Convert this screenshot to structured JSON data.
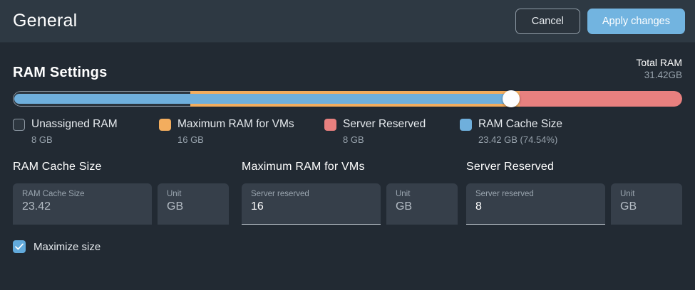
{
  "header": {
    "title": "General",
    "cancel_label": "Cancel",
    "apply_label": "Apply changes"
  },
  "ram_settings": {
    "section_title": "RAM Settings",
    "total_label": "Total RAM",
    "total_value": "31.42GB",
    "bar": {
      "unassigned_pct": 26.5,
      "vms_pct": 49.2,
      "reserved_pct": 24.3,
      "cache_pct": 74.54,
      "handle_pct": 74.4
    },
    "legend": [
      {
        "label": "Unassigned RAM",
        "value": "8 GB",
        "color": "#2d363f"
      },
      {
        "label": "Maximum RAM for VMs",
        "value": "16 GB",
        "color": "#f3ad5e"
      },
      {
        "label": "Server Reserved",
        "value": "8 GB",
        "color": "#e8807f"
      },
      {
        "label": "RAM Cache Size",
        "value": "23.42 GB (74.54%)",
        "color": "#6fafdc"
      }
    ],
    "groups": [
      {
        "title": "RAM Cache Size",
        "value_field": {
          "label": "RAM Cache Size",
          "value": "23.42"
        },
        "unit_field": {
          "label": "Unit",
          "value": "GB"
        }
      },
      {
        "title": "Maximum RAM for VMs",
        "value_field": {
          "label": "Server reserved",
          "value": "16"
        },
        "unit_field": {
          "label": "Unit",
          "value": "GB"
        }
      },
      {
        "title": "Server Reserved",
        "value_field": {
          "label": "Server reserved",
          "value": "8"
        },
        "unit_field": {
          "label": "Unit",
          "value": "GB"
        }
      }
    ],
    "maximize": {
      "label": "Maximize size",
      "checked": true
    }
  }
}
